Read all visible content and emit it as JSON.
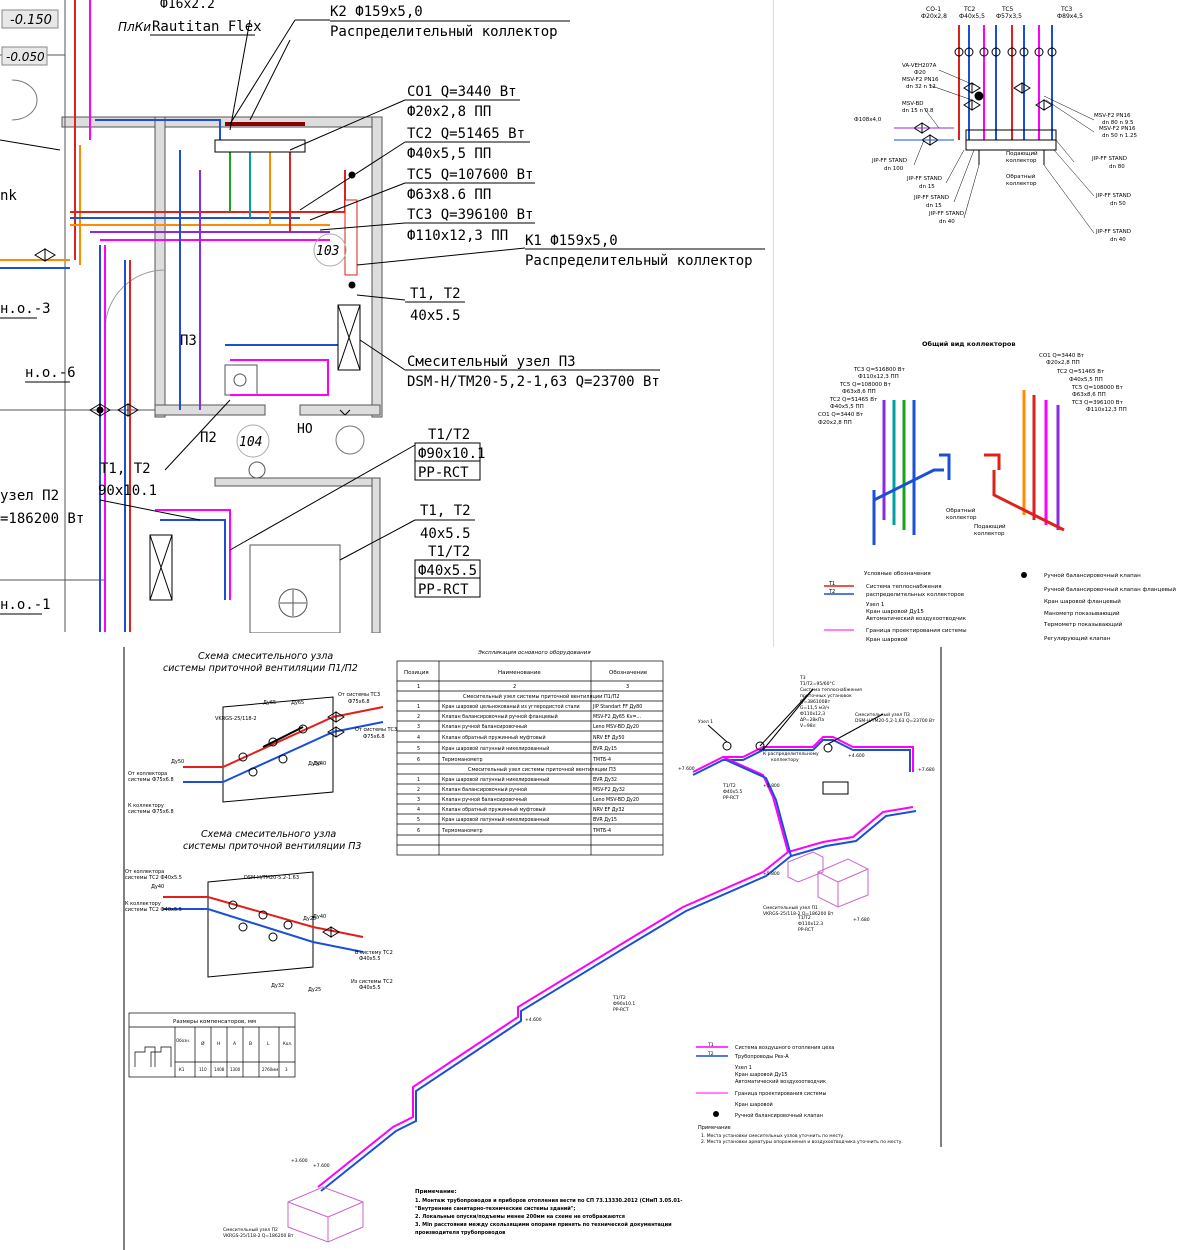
{
  "colors": {
    "supply": "#e0201a",
    "return": "#1a4fd6",
    "tc2": "#ff00ff",
    "tc3": "#8a2be2",
    "tc5": "#ff8c00",
    "green": "#1aa31a",
    "teal": "#00a0a0",
    "darkred": "#8b0000",
    "outline": "#cc66cc",
    "gray": "#9a9a9a"
  },
  "plan": {
    "levels": [
      "-0.150",
      "-0.050"
    ],
    "top_cut_label": "Ф16x2.2",
    "rautitan_prefix": "ПлКи",
    "rautitan_label": "Rautitan Flex",
    "labels": [
      {
        "line1": "К2 Ф159x5,0",
        "line2": "Распределительный коллектор"
      },
      {
        "line1": "CO1 Q=3440 Вт",
        "line2": "Ф20x2,8 ПП"
      },
      {
        "line1": "TC2 Q=51465 Вт",
        "line2": "Ф40x5,5 ПП"
      },
      {
        "line1": "TC5 Q=107600 Вт",
        "line2": "Ф63x8.6 ПП"
      },
      {
        "line1": "TC3 Q=396100 Вт",
        "line2": "Ф110x12,3 ПП"
      },
      {
        "line1": "К1 Ф159x5,0",
        "line2": "Распределительный коллектор"
      },
      {
        "line1": "Т1, Т2",
        "line2": "40x5.5"
      },
      {
        "line1": "Смесительный узел П3",
        "line2": "DSM-H/TM20-5,2-1,63 Q=23700 Вт"
      }
    ],
    "pipe_box_1": {
      "a": "Т1/Т2",
      "b": "Ф90x10.1",
      "c": "PP-RCT"
    },
    "pipe_box_2_top": {
      "a": "Т1, Т2",
      "b": "40x5.5"
    },
    "pipe_box_2": {
      "a": "Т1/Т2",
      "b": "Ф40x5.5",
      "c": "PP-RCT"
    },
    "t1t2_left": {
      "a": "Т1, Т2",
      "b": "90x10.1"
    },
    "left_unit": {
      "a": "узел П2",
      "b": "=186200 Вт"
    },
    "rooms": [
      "П3",
      "П2",
      "НО"
    ],
    "room_numbers": [
      "103",
      "104"
    ],
    "nodes": [
      "н.о.-3",
      "н.о.-6",
      "н.о.-1"
    ],
    "left_cut": "nk"
  },
  "collector": {
    "top_labels": [
      {
        "a": "CO-1",
        "b": "Ф20x2,8"
      },
      {
        "a": "TC2",
        "b": "Ф40x5,5"
      },
      {
        "a": "TC5",
        "b": "Ф57x3,5"
      },
      {
        "a": "TC3",
        "b": "Ф89x4,5"
      }
    ],
    "left_labels": [
      "VA-VEH207A",
      "Ф20",
      "MSV-F2 PN16",
      "dn 32 n 12",
      "MSV-BD",
      "dn 15 n 0.8",
      "Ф108x4,0",
      "JIP-FF STAND",
      "dn 100",
      "JIP-FF STAND",
      "dn 15",
      "JIP-FF STAND",
      "dn 15",
      "JIP-FF STAND",
      "dn 40"
    ],
    "right_labels": [
      "MSV-F2 PN16",
      "dn 80 n 9.5",
      "MSV-F2 PN16",
      "dn 50 n 1.25",
      "JIP-FF STAND",
      "dn 80",
      "JIP-FF STAND",
      "dn 50",
      "JIP-FF STAND",
      "dn 40"
    ],
    "mid_labels": [
      "Подающий",
      "коллектор",
      "Обратный",
      "коллектор"
    ],
    "general_view_title": "Общий вид коллекторов",
    "iso_left_labels": [
      "TC3 Q=516800 Вт",
      "Ф110x12,3 ПП",
      "TC5 Q=108000 Вт",
      "Ф63x8,6 ПП",
      "TC2 Q=51465 Вт",
      "Ф40x5,5 ПП",
      "CO1 Q=3440 Вт",
      "Ф20x2,8 ПП"
    ],
    "iso_right_labels": [
      "CO1 Q=3440 Вт",
      "Ф20x2,8 ПП",
      "TC2 Q=51465 Вт",
      "Ф40x5,5 ПП",
      "TC5 Q=108000 Вт",
      "Ф63x8,6 ПП",
      "TC3 Q=396100 Вт",
      "Ф110x12,3 ПП"
    ],
    "iso_notes": [
      "Обратный",
      "коллектор",
      "Подающий",
      "коллектор"
    ],
    "legend_title": "Условные обозначения",
    "legend_left": [
      {
        "code": "Т1",
        "text": "Система теплоснабжения"
      },
      {
        "code": "Т2",
        "text": "распределительных коллекторов"
      },
      {
        "code": "",
        "text": "Узел 1"
      },
      {
        "code": "",
        "text": "Кран шаровой Ду15"
      },
      {
        "code": "",
        "text": "Автоматический воздухоотводчик"
      },
      {
        "code": "",
        "text": "Граница проектирования системы"
      },
      {
        "code": "",
        "text": "Кран шаровой"
      }
    ],
    "legend_right": [
      "Ручной балансировочный клапан",
      "Ручной балансировочный клапан фланцевый",
      "Кран шаровой фланцевый",
      "Манометр показывающий",
      "Термометр показывающий",
      "Регулирующий клапан"
    ]
  },
  "bottom": {
    "title1": {
      "a": "Схема смесительного узла",
      "b": "системы приточной вентиляции П1/П2"
    },
    "title2": {
      "a": "Схема смесительного узла",
      "b": "системы приточной вентиляции П3"
    },
    "table_title": "Экспликация основного оборудования",
    "table_headers": [
      "Позиция",
      "Наименование",
      "Обозначение"
    ],
    "table_numbers": [
      "1",
      "2",
      "3"
    ],
    "group1": "Смесительный узел системы приточной вентиляции П1/П2",
    "rows1": [
      {
        "pos": "1",
        "name": "Кран шаровой цельнокованый из углеродистой стали",
        "code": "JIP Standart FF Ду80"
      },
      {
        "pos": "2",
        "name": "Клапан балансировочный ручной фланцевый",
        "code": "MSV-F2 Ду65 Kv=..."
      },
      {
        "pos": "3",
        "name": "Клапан ручной балансировочный",
        "code": "Leno MSV-BD Ду20"
      },
      {
        "pos": "4",
        "name": "Клапан обратный пружинный муфтовый",
        "code": "NRV EF Ду50"
      },
      {
        "pos": "5",
        "name": "Кран шаровой латунный никелированный",
        "code": "BVR Ду15"
      },
      {
        "pos": "6",
        "name": "Термоманометр",
        "code": "ТМТБ-4"
      }
    ],
    "group2": "Смесительный узел системы приточной вентиляции П3",
    "rows2": [
      {
        "pos": "1",
        "name": "Кран шаровой латунный никелированный",
        "code": "BVR Ду32"
      },
      {
        "pos": "2",
        "name": "Клапан балансировочный ручной",
        "code": "MSV-F2 Ду32"
      },
      {
        "pos": "3",
        "name": "Клапан ручной балансировочный",
        "code": "Leno MSV-BD Ду20"
      },
      {
        "pos": "4",
        "name": "Клапан обратный пружинный муфтовый",
        "code": "NRV EF Ду32"
      },
      {
        "pos": "5",
        "name": "Кран шаровой латунный никелированный",
        "code": "BVR Ду15"
      },
      {
        "pos": "6",
        "name": "Термоманометр",
        "code": "ТМТБ-4"
      }
    ],
    "dims_title": "Размеры компенсаторов, мм",
    "dims_headers": [
      "Обозн.",
      "Ø",
      "H",
      "A",
      "B",
      "L",
      "Кол."
    ],
    "dims_row": [
      "К1",
      "110",
      "1408",
      "1300",
      "",
      "2760мм",
      "3"
    ],
    "iso_tags": [
      "+7.600",
      "+7.600",
      "+5.800",
      "+5.800",
      "+4.600",
      "+4.600",
      "+3.600",
      "+7.680",
      "+7.680"
    ],
    "pipe_tags": [
      {
        "a": "Т1/Т2",
        "b": "Ф40x5.5",
        "c": "PP-RCT"
      },
      {
        "a": "Т1/Т2",
        "b": "Ф90x10.1",
        "c": "PP-RCT"
      },
      {
        "a": "Т1/Т2",
        "b": "Ф110x12.3",
        "c": "PP-RCT"
      }
    ],
    "unit_labels": [
      "Смесительный узел П3",
      "DSM-H/TM20-5,2-1,63 Q=23700 Вт",
      "Смесительный узел П2",
      "VKRGS-25/118-2 Q=186200 Вт",
      "Смесительный узел П1",
      "VKRGS-25/118-2 Q=186200 Вт"
    ],
    "callout_labels": [
      "Узел 1",
      "Т3",
      "Т1/Т2=95/60°C",
      "Система теплоснабжения",
      "приточных установок",
      "Q=386100Вт",
      "G=11,5 м3/ч",
      "Ф110x12,3",
      "ΔP=28кПа",
      "V=98л",
      "К распределительному",
      "коллектору"
    ],
    "legend": [
      {
        "code": "Т1",
        "text": "Система воздушного отопления цеха"
      },
      {
        "code": "Т2",
        "text": "Трубопроводы Pex-A"
      },
      {
        "code": "",
        "text": "Узел 1"
      },
      {
        "code": "",
        "text": "Кран шаровой Ду15"
      },
      {
        "code": "",
        "text": "Автоматический воздухоотводчик"
      },
      {
        "code": "",
        "text": "Граница проектирования системы"
      },
      {
        "code": "",
        "text": "Кран шаровой"
      },
      {
        "code": "",
        "text": "Ручной балансировочный клапан"
      }
    ],
    "notes_title": "Примечание",
    "notes": [
      "1.   Места установки смесительных узлов уточнить по месту.",
      "2.   Места установки арматуры опорожнения и воздухоотводчика уточнить по месту."
    ],
    "main_notes_title": "Примечание:",
    "main_notes": [
      "1.   Монтаж трубопроводов и приборов отопления вести по СП 73.13330.2012 (СНиП 3.05.01-",
      "      \"Внутренние санитарно-технические системы зданий\";",
      "2.   Локальные опуски/подъемы менее 200мм на схеме не отображаются",
      "3.   Мin расстояния между скользящими опорами принять по технической документации",
      "      производителя трубопроводов"
    ],
    "p1_side": [
      "От системы ТС3",
      "Ф75x6.8",
      "От системы ТС3",
      "Ф75x6.8",
      "От коллектора",
      "системы Ф75x6.8",
      "К коллектору",
      "системы Ф75x6.8",
      "VKRGS-25/118-2",
      "Ду65",
      "Ду65",
      "Ду50",
      "Ду50",
      "Ду40"
    ],
    "p3_side": [
      "От коллектора",
      "системы ТС2 Ф40x5.5",
      "Ду40",
      "К коллектору",
      "системы ТС2 Ф40x5.5",
      "DSM-H/TM20-5.2-1.63",
      "Ду25",
      "Ду40",
      "В систему ТС2",
      "Ф40x5.5",
      "Из системы ТС2",
      "Ф40x5.5",
      "Ду32",
      "Ду25"
    ]
  }
}
